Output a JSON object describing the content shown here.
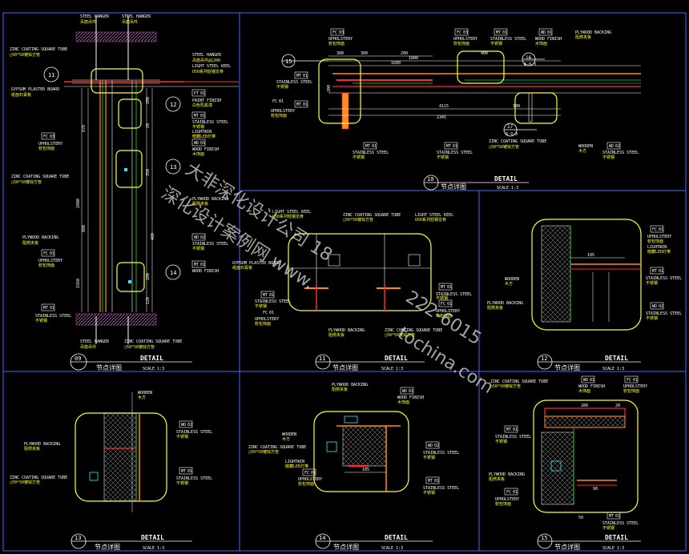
{
  "colors": {
    "frame": "#4a66ff",
    "white": "#ffffff",
    "yellow": "#ffff33",
    "cyan": "#33e5ff",
    "orange": "#ff8a20",
    "red": "#ff2b2b",
    "green": "#22dd22",
    "magenta": "#d04cd0",
    "watermark": "#cfcfcf"
  },
  "watermark": {
    "line1": "大非深化设计公司 18",
    "line2": "深化设计案例网 www.",
    "line3": "222-6015",
    "line4": "tochina.com"
  },
  "common": {
    "detail": "DETAIL",
    "cn_title": "节点详图",
    "scale": "SCALE 1:3"
  },
  "panels": {
    "p09": {
      "number": "09",
      "labels": {
        "steel_hanger_top": "STEEL HANGER",
        "steel_hanger_top_cn": "吊筋吊件",
        "steel_hanger_top2": "STEEL HANGER",
        "steel_hanger_top2_cn": "吊筋吊件",
        "zinc_top": "ZINC COATING SQUARE TUBE",
        "zinc_top_cn": "□50*50镀锌方管",
        "steel_hanger_mid": "STEEL HANGER",
        "steel_hanger_mid_cn": "吊筋吊件@1200",
        "light_steel": "LIGHT STEEL KEEL",
        "light_steel_cn": "U50系列轻钢龙骨",
        "gypsum": "GYPSUM PLASTER BOARD",
        "gypsum_cn": "纸面石膏板",
        "pt01": "PT",
        "pt01b": "01",
        "paint": "PAINT FINISH",
        "paint_cn": "白色乳胶漆",
        "mt01a": "MT",
        "mt01ab": "01",
        "ss_a": "STAINLESS STEEL",
        "ss_a_cn": "不锈钢",
        "lightwin": "LIGHTWIN",
        "lightwin_cn": "暗藏LED灯带",
        "wd01": "WD",
        "wd01b": "01",
        "wood_finish": "WOOD FINISH",
        "wood_finish_cn": "木饰面",
        "fc03": "FC",
        "fc03b": "03",
        "upholstery": "UPHOLSTERY",
        "upholstery_cn": "软包饰面",
        "zinc_mid": "ZINC COATING SQUARE TUBE",
        "zinc_mid_cn": "□50*50镀锌方管",
        "plywood_r": "PLYWOOD BACKING",
        "plywood_r_cn": "阻燃夹板",
        "plywood_l": "PLYWOOD BACKING",
        "plywood_l_cn": "阻燃夹板",
        "fc01": "FC",
        "fc01b": "01",
        "uph2": "UPHOLSTERY",
        "uph2_cn": "软包饰面",
        "wd02": "WD",
        "wd02b": "02",
        "ss_b": "STAINLESS STEEL",
        "ss_b_cn": "不锈钢",
        "mt01b": "MT",
        "mt01bb": "01",
        "wd_fin2": "WOOD FINISH",
        "mt01c": "MT",
        "mt01cb": "01",
        "ss_c": "STAINLESS STEEL",
        "ss_c_cn": "不锈钢",
        "steel_hanger_bot": "STEEL HANGER",
        "steel_hanger_bot_cn": "吊筋吊件",
        "zinc_bot": "ZINC COATING SQUARE TUBE",
        "zinc_bot_cn": "□50*50镀锌方管",
        "callout11": "11",
        "callout12": "12",
        "callout13": "13",
        "callout14": "14"
      },
      "dims": [
        "200",
        "870",
        "2800",
        "800",
        "350",
        "20",
        "200",
        "120",
        "1560",
        "400"
      ]
    },
    "p10": {
      "number": "10",
      "labels": {
        "fc03": "FC",
        "fc03b": "03",
        "uph": "UPHOLSTERY",
        "uph_cn": "软包饰面",
        "mt01": "MT",
        "mt01b": "01",
        "ss1": "STAINLESS STEEL",
        "ss1_cn": "不锈钢",
        "fc03c": "FC",
        "fc03cb": "03",
        "uph2": "UPHOLSTERY",
        "uph2_cn": "软包饰面",
        "mt01c": "MT",
        "mt01cb": "01",
        "ss2": "STAINLESS STEEL",
        "ss2_cn": "不锈钢",
        "wd01": "WD",
        "wd01b": "01",
        "wood": "WOOD FINISH",
        "wood_cn": "木饰面",
        "plywood": "PLYWOOD BACKING",
        "plywood_cn": "阻燃夹板",
        "mt01d": "MT",
        "mt01db": "01",
        "ss3": "STAINLESS STEEL",
        "ss3_cn": "不锈钢",
        "fc01": "FC",
        "fc01b": "01",
        "uph3": "UPHOLSTERY",
        "uph3_cn": "软包饰面",
        "mt01e": "MT",
        "mt01eb": "01",
        "ss4": "STAINLESS STEEL",
        "ss4_cn": "不锈钢",
        "mt01f": "MT",
        "mt01fb": "01",
        "ss5": "STAINLESS STEEL",
        "ss5_cn": "不锈钢",
        "zinc": "ZINC COATING SQUARE TUBE",
        "zinc_cn": "□50*50镀锌方管",
        "wooden": "WOODEN",
        "wooden_cn": "木方",
        "wd02": "WD",
        "wd02b": "02",
        "ss6": "STAINLESS STEEL",
        "ss6_cn": "不锈钢",
        "callout15": "15",
        "callout16": "16",
        "callout16s": "8-8-3",
        "callout17": "17",
        "callout17s": "9-9-3"
      },
      "dims": [
        "300",
        "300",
        "200",
        "1800",
        "1600",
        "400",
        "4115",
        "2345",
        "200",
        "100"
      ]
    },
    "p11": {
      "number": "11",
      "labels": {
        "light_steel": "LIGHT STEEL KEEL",
        "light_steel_cn": "U50系列轻钢龙骨",
        "zinc": "ZINC COATING SQUARE TUBE",
        "zinc_cn": "□50*50镀锌方管",
        "light_steel2": "LIGHT STEEL KEEL",
        "light_steel2_cn": "U50系列轻钢龙骨",
        "gypsum": "GYPSUM PLASTER BOARD",
        "gypsum_cn": "纸面石膏板",
        "mt01": "MT",
        "mt01b": "01",
        "ss1": "STAINLESS STEEL",
        "ss1_cn": "不锈钢",
        "fc01": "FC",
        "fc01b": "01",
        "uph": "UPHOLSTERY",
        "uph_cn": "软包饰面",
        "mt01c": "MT",
        "mt01cb": "01",
        "ss2": "STAINLESS STEEL",
        "ss2_cn": "不锈钢",
        "fc01d": "FC",
        "fc01db": "01",
        "uph2": "UPHOLSTERY",
        "uph2_cn": "软包饰面",
        "plywood": "PLYWOOD BACKING",
        "plywood_cn": "阻燃夹板",
        "zinc2": "ZINC COATING SQUARE TUBE",
        "zinc2_cn": "□50*50镀锌方管"
      }
    },
    "p12": {
      "number": "12",
      "labels": {
        "fc01": "FC",
        "fc01b": "01",
        "uph": "UPHOLSTERY",
        "uph_cn": "软包饰面",
        "light": "LIGHTWIN",
        "light_cn": "暗藏LED灯带",
        "mt01": "MT",
        "mt01b": "01",
        "ss1": "STAINLESS STEEL",
        "ss1_cn": "不锈钢",
        "wooden": "WOODEN",
        "wooden_cn": "木方",
        "plywood": "PLYWOOD BACKING",
        "plywood_cn": "阻燃夹板",
        "wd02": "WD",
        "wd02b": "02",
        "ss2": "STAINLESS STEEL",
        "ss2_cn": "不锈钢",
        "dim": "105"
      }
    },
    "p13": {
      "number": "13",
      "labels": {
        "wooden": "WOODEN",
        "wooden_cn": "木方",
        "plywood": "PLYWOOD BACKING",
        "plywood_cn": "阻燃夹板",
        "wd02": "WD",
        "wd02b": "02",
        "ss1": "STAINLESS STEEL",
        "ss1_cn": "不锈钢",
        "zinc": "ZINC COATING SQUARE TUBE",
        "zinc_cn": "□50*50镀锌方管",
        "mt01": "MT",
        "mt01b": "01",
        "ss2": "STAINLESS STEEL",
        "ss2_cn": "不锈钢"
      }
    },
    "p14": {
      "number": "14",
      "labels": {
        "plywood": "PLYWOOD BACKING",
        "plywood_cn": "阻燃夹板",
        "wd01": "WD",
        "wd01b": "01",
        "wood": "WOOD FINISH",
        "wood_cn": "木饰面",
        "wooden": "WOODEN",
        "wooden_cn": "木方",
        "zinc": "ZINC COATING SQUARE TUBE",
        "zinc_cn": "□50*50镀锌方管",
        "light": "LIGHTWIN",
        "light_cn": "暗藏LED灯带",
        "fc01": "FC",
        "fc01b": "01",
        "uph": "UPHOLSTERY",
        "uph_cn": "软包饰面",
        "wd02": "WD",
        "wd02b": "02",
        "ss1": "STAINLESS STEEL",
        "ss1_cn": "不锈钢",
        "mt01": "MT",
        "mt01b": "01",
        "ss2": "STAINLESS STEEL",
        "ss2_cn": "不锈钢",
        "dim": "105"
      }
    },
    "p15": {
      "number": "15",
      "labels": {
        "zinc": "ZINC COATING SQUARE TUBE",
        "zinc_cn": "□50*50镀锌方管",
        "wd01": "WD",
        "wd01b": "01",
        "wood": "WOOD FINISH",
        "wood_cn": "木饰面",
        "fc01": "FC",
        "fc01b": "01",
        "uph": "UPHOLSTERY",
        "uph_cn": "软包饰面",
        "mt01": "MT",
        "mt01b": "01",
        "ss1": "STAINLESS STEEL",
        "ss1_cn": "不锈钢",
        "plywood": "PLYWOOD BACKING",
        "plywood_cn": "阻燃夹板",
        "fc01c": "FC",
        "fc01cb": "01",
        "uph2": "UPHOLSTERY",
        "uph2_cn": "软包饰面",
        "mt01c": "MT",
        "mt01cb": "01",
        "ss2": "STAINLESS STEEL",
        "ss2_cn": "不锈钢",
        "dim1": "280",
        "dim2": "20",
        "dim3": "90",
        "dim4": "50"
      }
    }
  }
}
